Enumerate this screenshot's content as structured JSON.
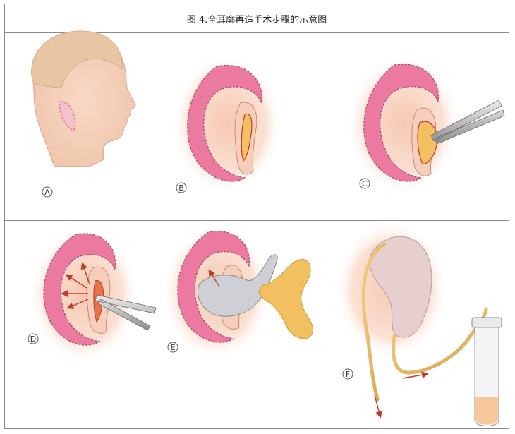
{
  "title": "图 4.全耳廓再造手术步骤的示意图",
  "panels": [
    {
      "label": "A"
    },
    {
      "label": "B"
    },
    {
      "label": "C"
    },
    {
      "label": "D"
    },
    {
      "label": "E"
    },
    {
      "label": "F"
    }
  ],
  "colors": {
    "skin": "#f6d3c0",
    "skin_glow": "#fbe3d6",
    "pink_band": "#ec7aa0",
    "cartilage": "#f2c060",
    "tube": "#e8b860",
    "arrow": "#c23a2a",
    "border": "#8a8a8a"
  }
}
